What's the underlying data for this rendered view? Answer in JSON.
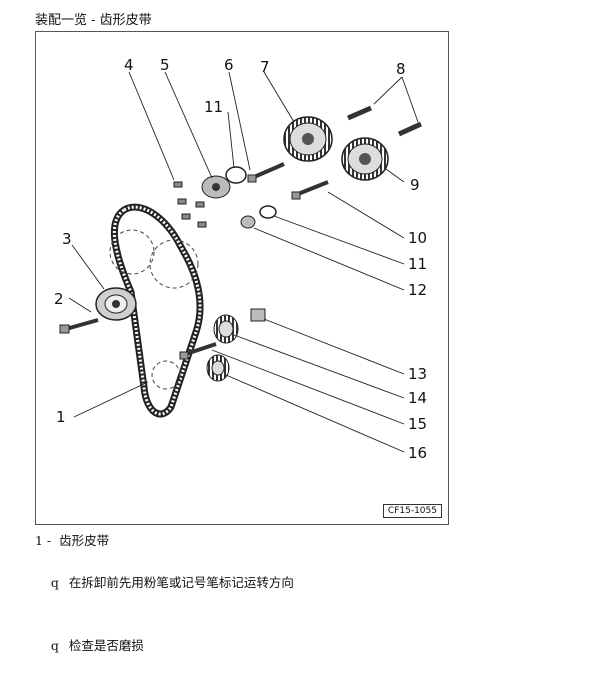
{
  "header": {
    "title": "装配一览 - 齿形皮带"
  },
  "figure": {
    "code": "CF15-1055",
    "callouts": [
      "1",
      "2",
      "3",
      "4",
      "5",
      "6",
      "7",
      "8",
      "9",
      "10",
      "11",
      "11",
      "12",
      "13",
      "14",
      "15",
      "16"
    ]
  },
  "legend": {
    "item_label": "1 -  齿形皮带",
    "bullet_symbol": "q",
    "notes": [
      "在拆卸前先用粉笔或记号笔标记运转方向",
      "检查是否磨损"
    ]
  }
}
